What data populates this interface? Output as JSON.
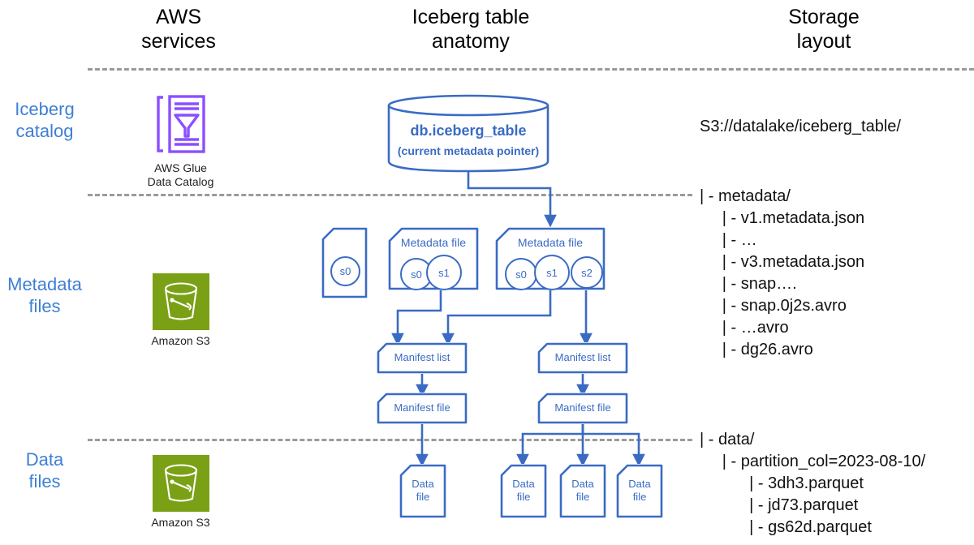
{
  "columns": [
    {
      "id": "aws-services",
      "label": "AWS\nservices"
    },
    {
      "id": "iceberg-table-anatomy",
      "label": "Iceberg table\nanatomy"
    },
    {
      "id": "storage-layout",
      "label": "Storage\nlayout"
    }
  ],
  "rows": [
    {
      "id": "iceberg-catalog",
      "label": "Iceberg\ncatalog"
    },
    {
      "id": "metadata-files",
      "label": "Metadata\nfiles"
    },
    {
      "id": "data-files",
      "label": "Data\nfiles"
    }
  ],
  "aws_services": [
    {
      "id": "aws-glue-data-catalog",
      "caption": "AWS Glue\nData Catalog",
      "icon": "aws-glue-icon",
      "color": "#8C4FFF"
    },
    {
      "id": "amazon-s3-metadata",
      "caption": "Amazon S3",
      "icon": "amazon-s3-icon",
      "color": "#7AA116"
    },
    {
      "id": "amazon-s3-data",
      "caption": "Amazon S3",
      "icon": "amazon-s3-icon",
      "color": "#7AA116"
    }
  ],
  "anatomy": {
    "catalog_node": {
      "title": "db.iceberg_table",
      "subtitle": "(current metadata pointer)"
    },
    "metadata_files": [
      {
        "id": "metadata-file-v1",
        "label": "",
        "snapshots": [
          "s0"
        ]
      },
      {
        "id": "metadata-file-v2",
        "label": "Metadata file",
        "snapshots": [
          "s0",
          "s1"
        ]
      },
      {
        "id": "metadata-file-v3",
        "label": "Metadata file",
        "snapshots": [
          "s0",
          "s1",
          "s2"
        ]
      }
    ],
    "manifest_lists": [
      {
        "id": "manifest-list-1",
        "label": "Manifest list"
      },
      {
        "id": "manifest-list-2",
        "label": "Manifest list"
      }
    ],
    "manifest_files": [
      {
        "id": "manifest-file-1",
        "label": "Manifest file"
      },
      {
        "id": "manifest-file-2",
        "label": "Manifest file"
      }
    ],
    "data_files": [
      {
        "id": "data-file-1",
        "label": "Data\nfile"
      },
      {
        "id": "data-file-2",
        "label": "Data\nfile"
      },
      {
        "id": "data-file-3",
        "label": "Data\nfile"
      },
      {
        "id": "data-file-4",
        "label": "Data\nfile"
      }
    ]
  },
  "storage_layout": {
    "root": "S3://datalake/iceberg_table/",
    "metadata_tree": [
      "| - metadata/",
      "     | - v1.metadata.json",
      "     | - …",
      "     | - v3.metadata.json",
      "     | - snap….",
      "     | - snap.0j2s.avro",
      "     | - …avro",
      "     | - dg26.avro"
    ],
    "data_tree": [
      "| - data/",
      "     | - partition_col=2023-08-10/",
      "           | - 3dh3.parquet",
      "           | - jd73.parquet",
      "           | - gs62d.parquet"
    ]
  },
  "colors": {
    "accent_blue": "#3A6BC4",
    "label_blue": "#3E7FD5",
    "glue_purple": "#8C4FFF",
    "s3_green": "#7AA116",
    "divider_gray": "#9A9A9A"
  }
}
